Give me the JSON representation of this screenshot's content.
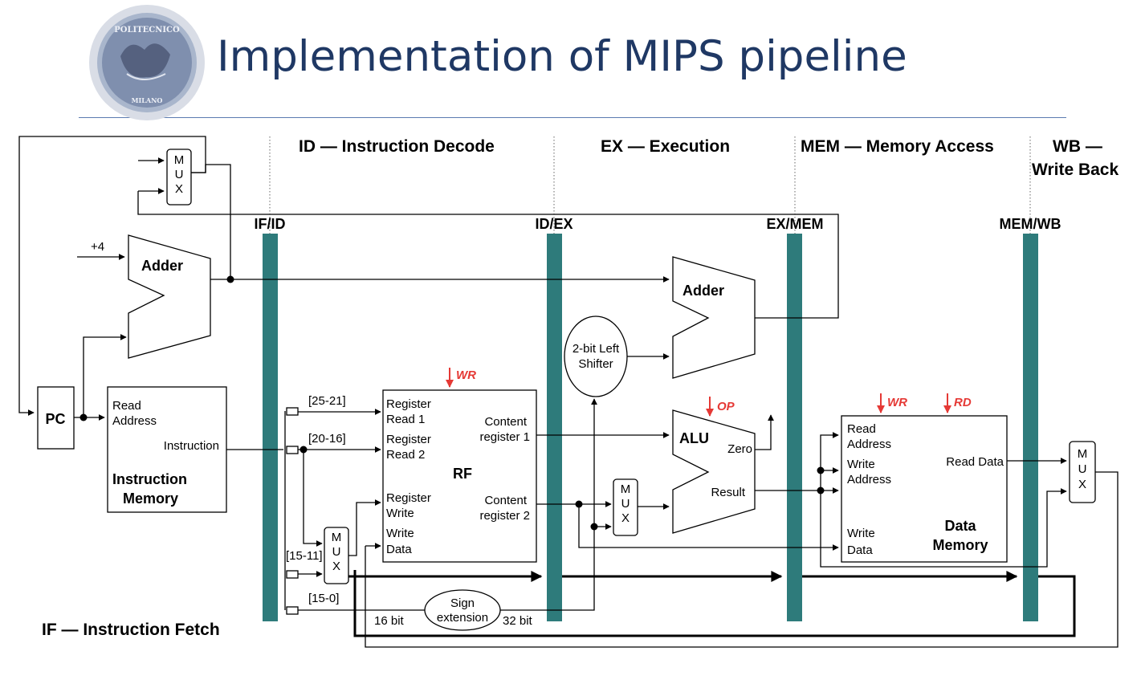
{
  "title": "Implementation of MIPS pipeline",
  "logo": {
    "top_text": "POLITECNICO",
    "bottom_text": "MILANO"
  },
  "stages": {
    "if": "IF — Instruction Fetch",
    "id": "ID — Instruction Decode",
    "ex": "EX — Execution",
    "mem": "MEM — Memory Access",
    "wb_line1": "WB —",
    "wb_line2": "Write Back"
  },
  "pipeline_registers": {
    "ifid": "IF/ID",
    "idex": "ID/EX",
    "exmem": "EX/MEM",
    "memwb": "MEM/WB"
  },
  "blocks": {
    "pc": "PC",
    "plus4": "+4",
    "adder": "Adder",
    "mux_m": "M",
    "mux_u": "U",
    "mux_x": "X",
    "imem_read": "Read",
    "imem_address": "Address",
    "imem_instruction": "Instruction",
    "imem_name1": "Instruction",
    "imem_name2": "Memory",
    "field_25_21": "[25-21]",
    "field_20_16": "[20-16]",
    "field_15_11": "[15-11]",
    "field_15_0": "[15-0]",
    "rf_register": "Register",
    "rf_read1": "Read 1",
    "rf_read2": "Read 2",
    "rf_write": "Write",
    "rf_data": "Data",
    "rf_content": "Content",
    "rf_reg1": "register 1",
    "rf_reg2": "register 2",
    "rf_name": "RF",
    "sign_ext1": "Sign",
    "sign_ext2": "extension",
    "bits16": "16 bit",
    "bits32": "32 bit",
    "shifter1": "2-bit Left",
    "shifter2": "Shifter",
    "alu": "ALU",
    "zero": "Zero",
    "result": "Result",
    "dm_read": "Read",
    "dm_address": "Address",
    "dm_write": "Write",
    "dm_data": "Data",
    "dm_read_data": "Read Data",
    "dm_name1": "Data",
    "dm_name2": "Memory"
  },
  "control_signals": {
    "rf_wr": "WR",
    "alu_op": "OP",
    "dm_wr": "WR",
    "dm_rd": "RD"
  },
  "colors": {
    "pipeline_register": "#2e7b7b",
    "control": "#e53935",
    "title": "#1f3864"
  }
}
